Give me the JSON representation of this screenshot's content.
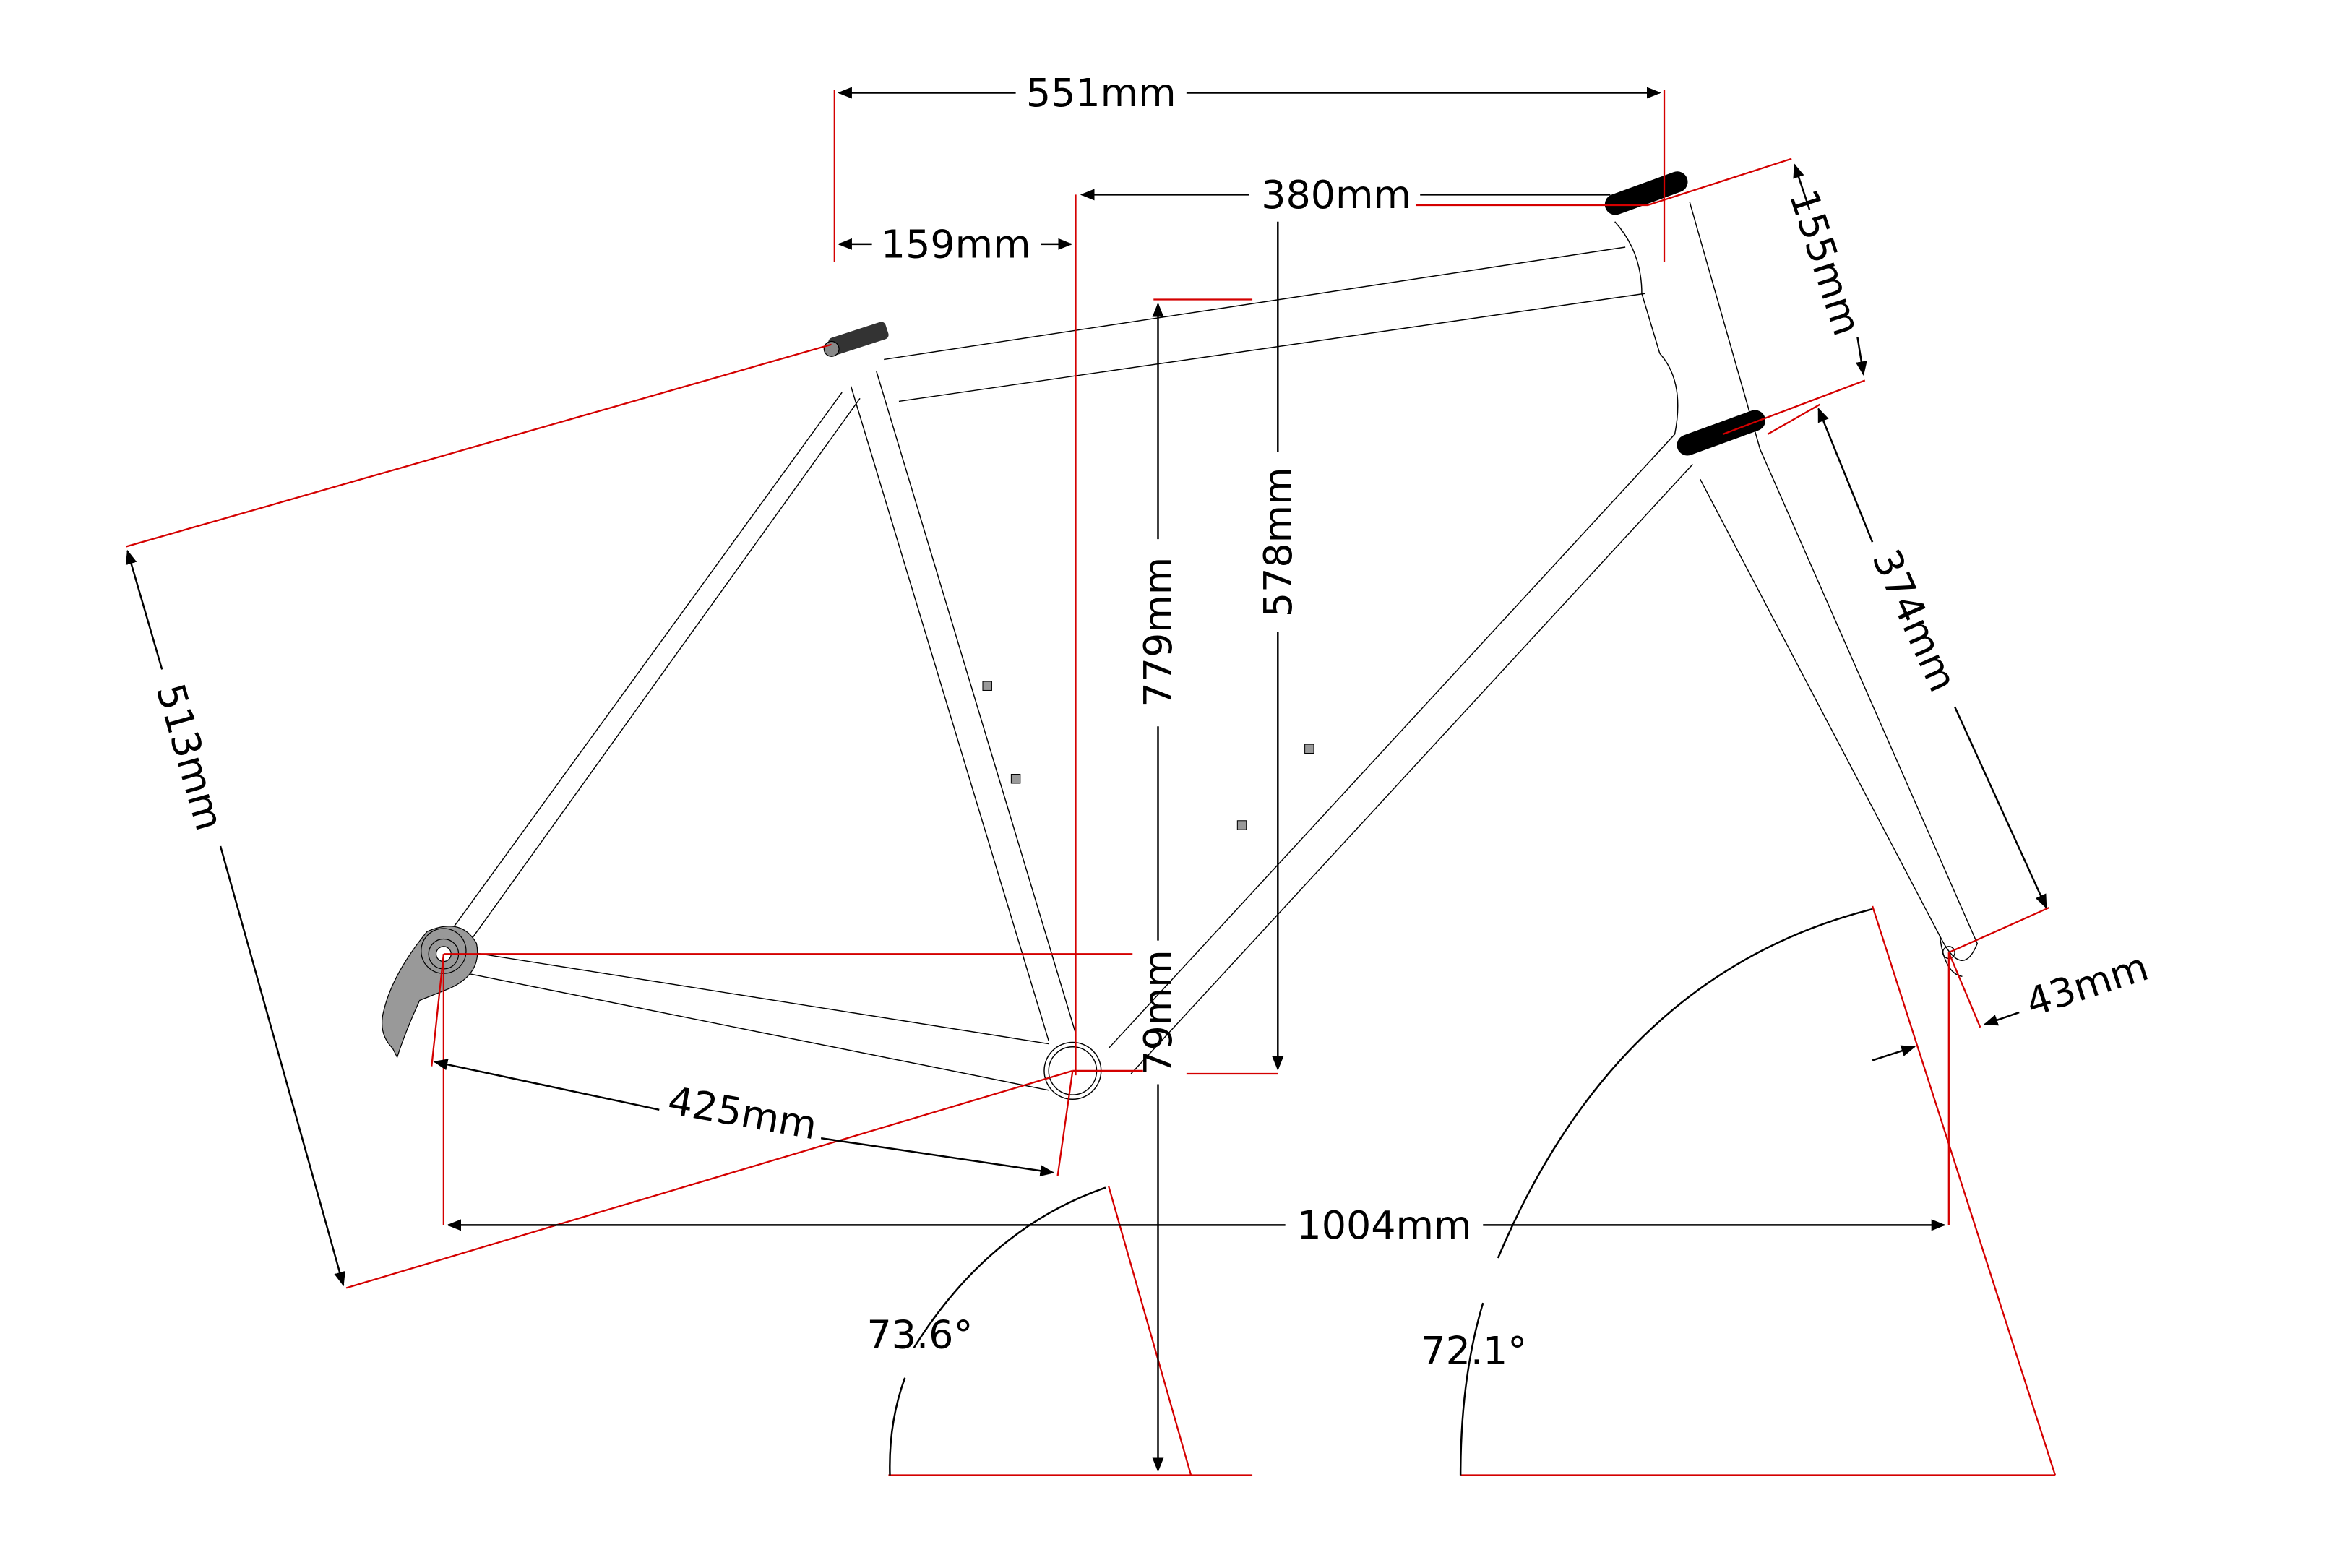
{
  "title": "Bicycle frame geometry drawing",
  "colors": {
    "frame_line": "#000000",
    "construction_line": "#d40000",
    "dimension_line": "#000000",
    "component_fill": "#222222",
    "dropout_fill": "#999999",
    "background": "#ffffff"
  },
  "dimensions": {
    "reach": "551mm",
    "stack_to_top": "380mm",
    "setback": "159mm",
    "head_tube": "155mm",
    "fork_length": "374mm",
    "fork_offset": "43mm",
    "stack": "779mm",
    "seat_height_vertical": "578mm",
    "seat_tube": "513mm",
    "chainstay": "425mm",
    "bb_drop": "79mm",
    "wheelbase": "1004mm"
  },
  "angles": {
    "seat_angle": "73.6°",
    "head_angle": "72.1°"
  }
}
